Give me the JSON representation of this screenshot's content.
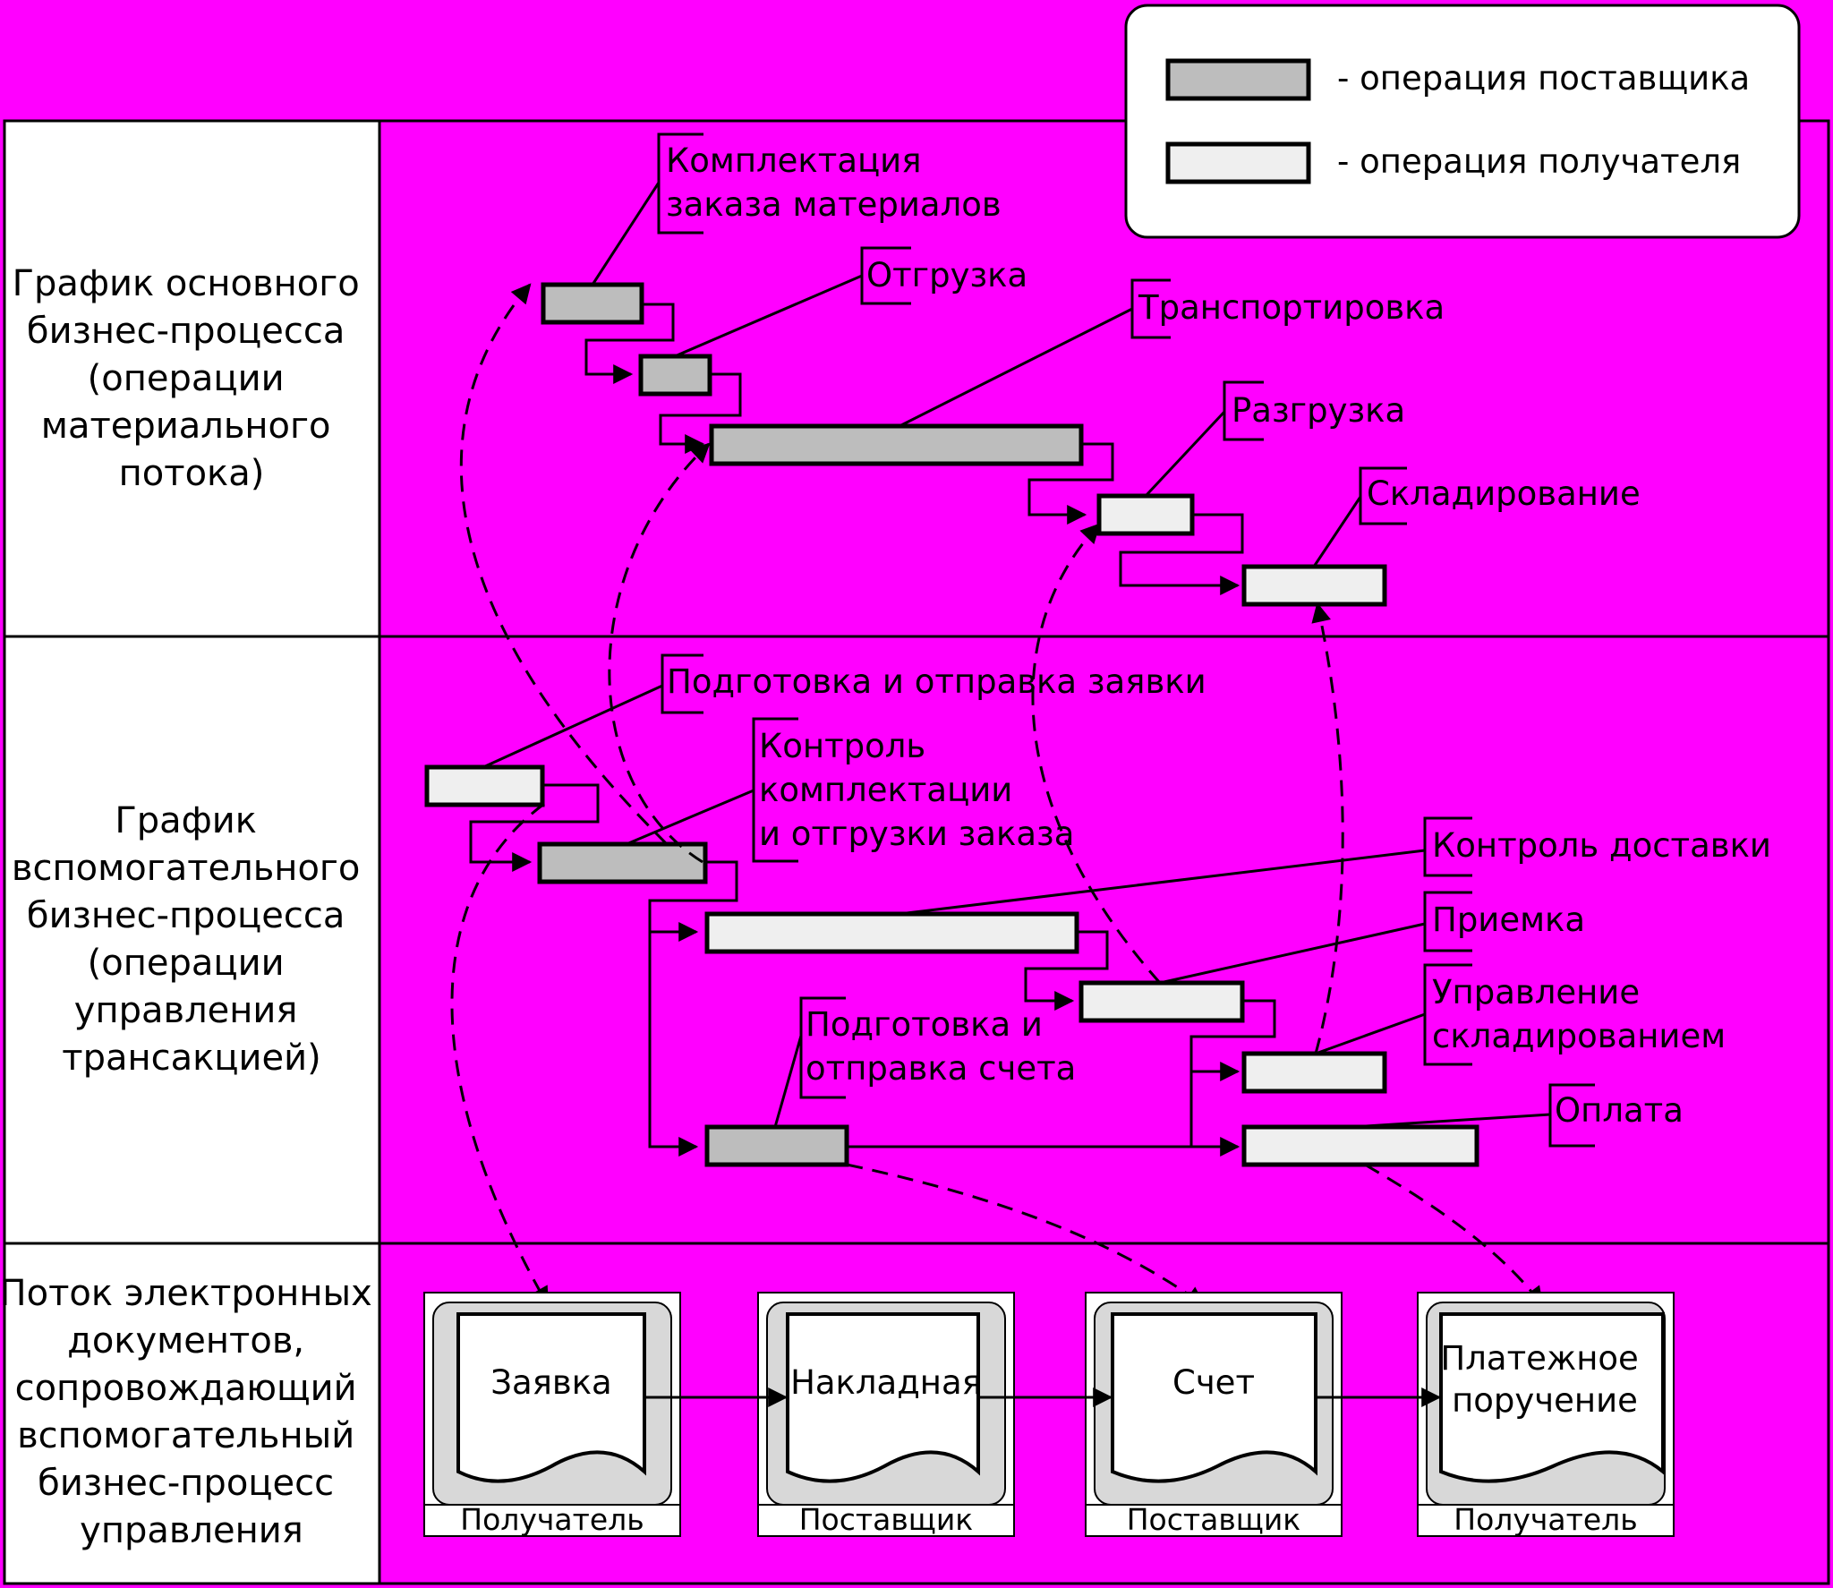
{
  "colors": {
    "background": "#ff00ff",
    "supplier_bar": "#bdbdbd",
    "receiver_bar": "#efefef",
    "lane_label_bg": "#ffffff"
  },
  "legend": {
    "supplier": "- операция поставщика",
    "receiver": "- операция получателя"
  },
  "lanes": {
    "main": [
      "График основного",
      "бизнес-процесса",
      "(операции",
      "материального",
      "потока)"
    ],
    "aux": [
      "График",
      "вспомогательного",
      "бизнес-процесса",
      "(операции",
      "управления",
      "трансакцией)"
    ],
    "docs": [
      "Поток электронных",
      "документов,",
      "сопровождающий",
      "вспомогательный",
      "бизнес-процесс",
      "управления"
    ]
  },
  "operations": {
    "picking": [
      "Комплектация",
      "заказа материалов"
    ],
    "shipping": "Отгрузка",
    "transport": "Транспортировка",
    "unloading": "Разгрузка",
    "storage": "Складирование",
    "request": "Подготовка и отправка заявки",
    "pick_control": [
      "Контроль",
      "комплектации",
      "и отгрузки заказа"
    ],
    "delivery_control": "Контроль доставки",
    "acceptance": "Приемка",
    "storage_mgmt": [
      "Управление",
      "складированием"
    ],
    "invoice": [
      "Подготовка и",
      "отправка счета"
    ],
    "payment": "Оплата"
  },
  "documents": [
    {
      "title": [
        "Заявка"
      ],
      "party": "Получатель"
    },
    {
      "title": [
        "Накладная"
      ],
      "party": "Поставщик"
    },
    {
      "title": [
        "Счет"
      ],
      "party": "Поставщик"
    },
    {
      "title": [
        "Платежное",
        "поручение"
      ],
      "party": "Получатель"
    }
  ]
}
